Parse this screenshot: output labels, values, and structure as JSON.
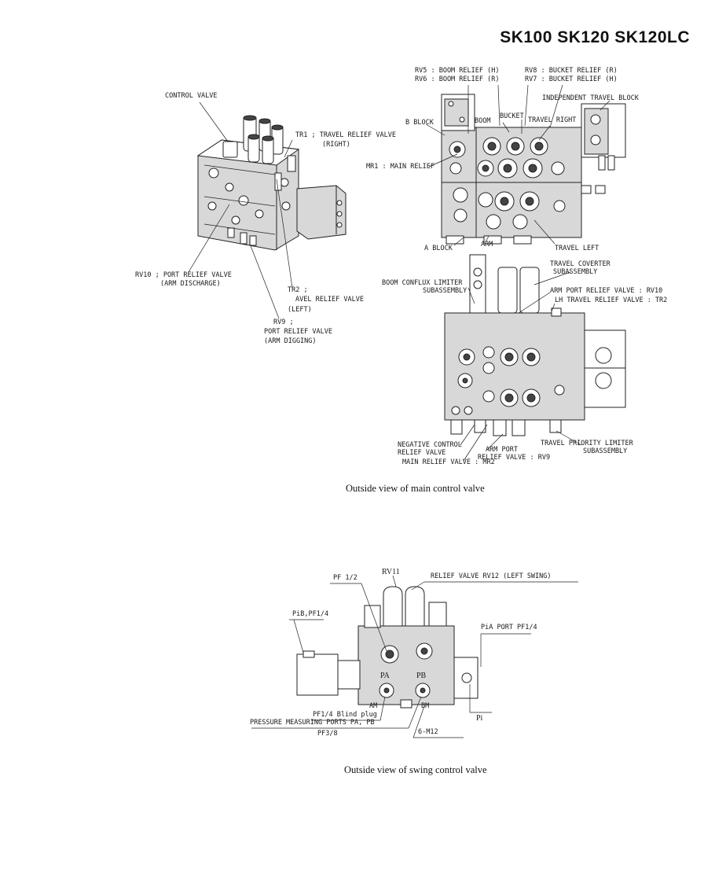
{
  "header": {
    "title": "SK100 SK120 SK120LC"
  },
  "iso_view": {
    "labels": {
      "control_valve": "CONTROL VALVE",
      "tr1": "TR1 ; TRAVEL RELIEF VALVE",
      "tr1_sub": "(RIGHT)",
      "rv10": "RV10 ; PORT RELIEF VALVE",
      "rv10_sub": "(ARM DISCHARGE)",
      "tr2": "TR2 ;",
      "tr2_sub1": "AVEL RELIEF VALVE",
      "tr2_sub2": "(LEFT)",
      "rv9": "RV9 ;",
      "rv9_sub1": "PORT RELIEF VALVE",
      "rv9_sub2": "(ARM DIGGING)"
    }
  },
  "front_view": {
    "labels": {
      "rv5": "RV5 : BOOM RELIEF (H)",
      "rv6": "RV6 : BOOM RELIEF (R)",
      "rv8": "RV8 : BUCKET RELIEF (R)",
      "rv7": "RV7 : BUCKET RELIEF (H)",
      "independent_travel_block": "INDEPENDENT TRAVEL BLOCK",
      "b_block": "B BLOCK",
      "boom": "BOOM",
      "bucket": "BUCKET",
      "travel_right": "TRAVEL RIGHT",
      "mr1": "MR1 : MAIN RELIEF",
      "a_block": "A BLOCK",
      "arm": "ARM",
      "travel_left": "TRAVEL LEFT"
    }
  },
  "rear_view": {
    "labels": {
      "travel_coverter": "TRAVEL COVERTER",
      "travel_coverter_sub": "SUBASSEMBLY",
      "boom_conflux": "BOOM CONFLUX LIMITER",
      "boom_conflux_sub": "SUBASSEMBLY",
      "arm_port_relief": "ARM PORT RELIEF VALVE : RV10",
      "lh_travel_relief": "LH TRAVEL RELIEF VALVE : TR2",
      "negative_control": "NEGATIVE CONTROL",
      "negative_control_sub": "RELIEF VALVE",
      "arm_port": "ARM PORT",
      "arm_port_sub": "RELIEF VALVE : RV9",
      "main_relief_mr2": "MAIN RELIEF VALVE : MR2",
      "travel_priority": "TRAVEL PRIORITY LIMITER",
      "travel_priority_sub": "SUBASSEMBLY"
    }
  },
  "caption_main": "Outside view of main control valve",
  "swing_view": {
    "labels": {
      "rv11": "RV11",
      "pf12": "PF 1/2",
      "relief_rv12": "RELIEF VALVE RV12 (LEFT SWING)",
      "pib": "PiB,PF1/4",
      "pia_port": "PiA PORT PF1/4",
      "pa": "PA",
      "pb": "PB",
      "am": "AM",
      "bm": "BM",
      "pf14_blind": "PF1/4 Blind plug",
      "pressure_ports": "PRESSURE MEASURING PORTS PA, PB",
      "pf38": "PF3/8",
      "m12": "6-M12",
      "pi": "Pi"
    }
  },
  "caption_swing": "Outside view of swing control valve"
}
